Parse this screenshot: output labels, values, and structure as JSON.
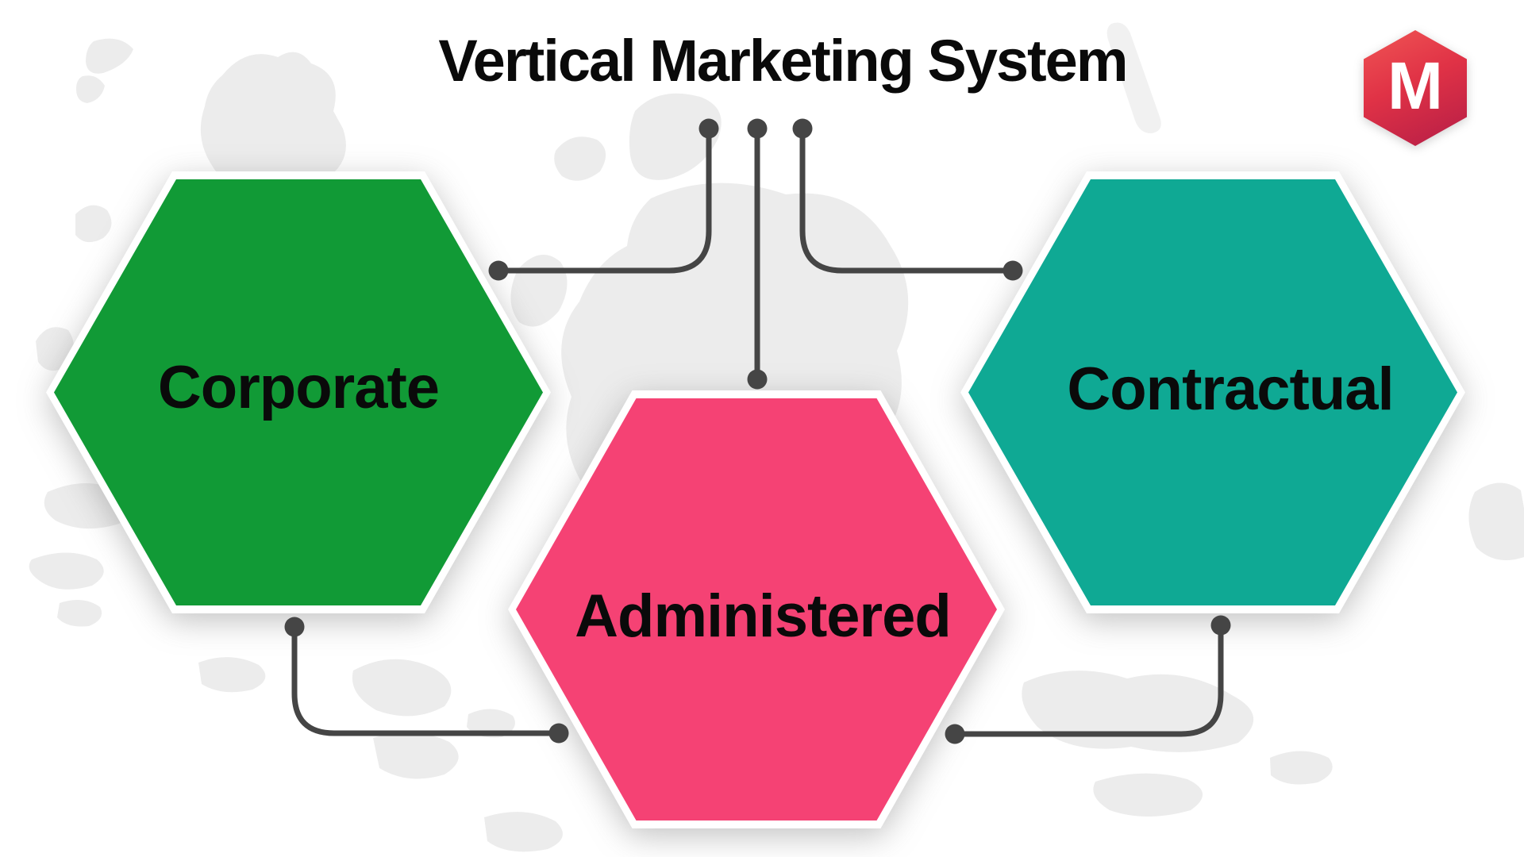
{
  "title": "Vertical Marketing System",
  "logo": {
    "letter": "M",
    "gradient": "linear-gradient(155deg, #f05554 0%, #e03246 45%, #b51d47 100%)"
  },
  "nodes": [
    {
      "label": "Corporate",
      "color": "#119a36"
    },
    {
      "label": "Administered",
      "color": "#f54274"
    },
    {
      "label": "Contractual",
      "color": "#0fa994"
    }
  ],
  "colors": {
    "background": "#ffffff",
    "title": "#0a0a0a",
    "label_text": "#0a0a0a",
    "hexagon_border": "#ffffff",
    "connector": "#454545",
    "map_shapes": "#ececec",
    "logo_letter": "#ffffff"
  }
}
